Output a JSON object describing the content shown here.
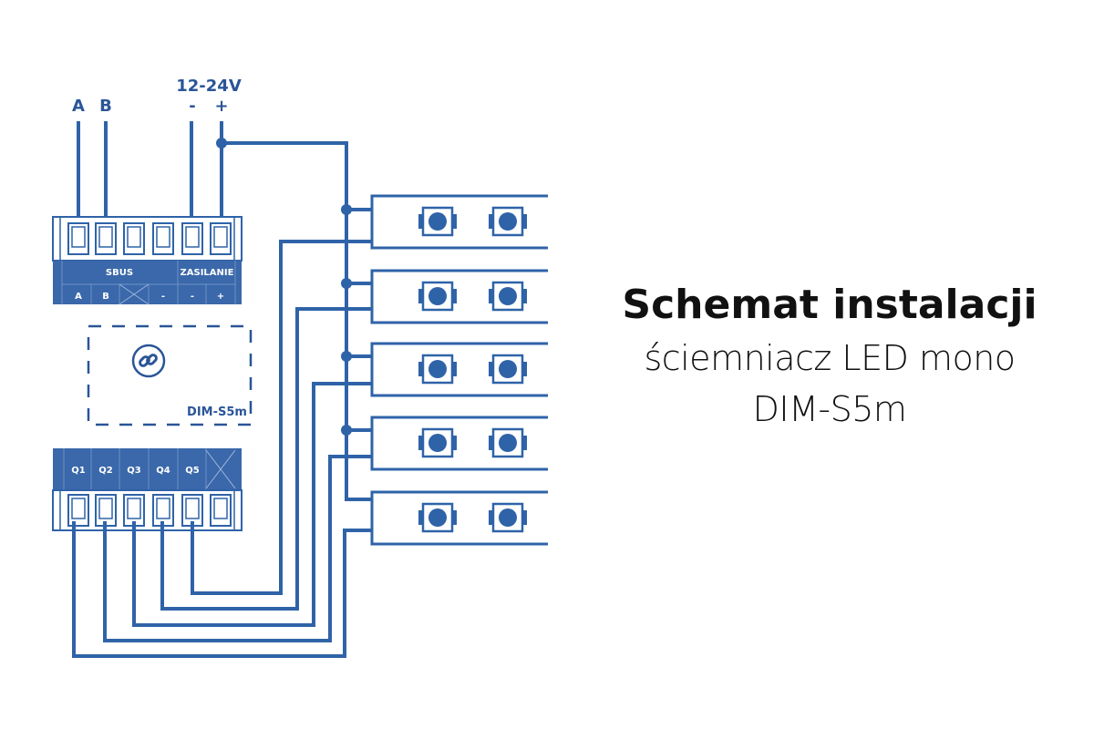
{
  "colors": {
    "wire": "#2f63a8",
    "panel": "#3a68aa",
    "text": "#111111"
  },
  "inputs": {
    "bus_a": "A",
    "bus_b": "B",
    "supply_voltage": "12-24V",
    "supply_minus": "-",
    "supply_plus": "+"
  },
  "top_terminal_block": {
    "group_labels": [
      "SBUS",
      "ZASILANIE"
    ],
    "pin_labels": [
      "A",
      "B",
      "",
      "-",
      "-",
      "+"
    ]
  },
  "module": {
    "icon": "link-icon",
    "name": "DIM-S5m"
  },
  "bottom_terminal_block": {
    "pin_labels": [
      "Q1",
      "Q2",
      "Q3",
      "Q4",
      "Q5",
      ""
    ]
  },
  "led_strips": [
    {
      "output": "Q5",
      "leds": 2
    },
    {
      "output": "Q4",
      "leds": 2
    },
    {
      "output": "Q3",
      "leds": 2
    },
    {
      "output": "Q2",
      "leds": 2
    },
    {
      "output": "Q1",
      "leds": 2
    }
  ],
  "title": {
    "main": "Schemat instalacji",
    "line2": "ściemniacz LED mono",
    "line3": "DIM-S5m"
  }
}
